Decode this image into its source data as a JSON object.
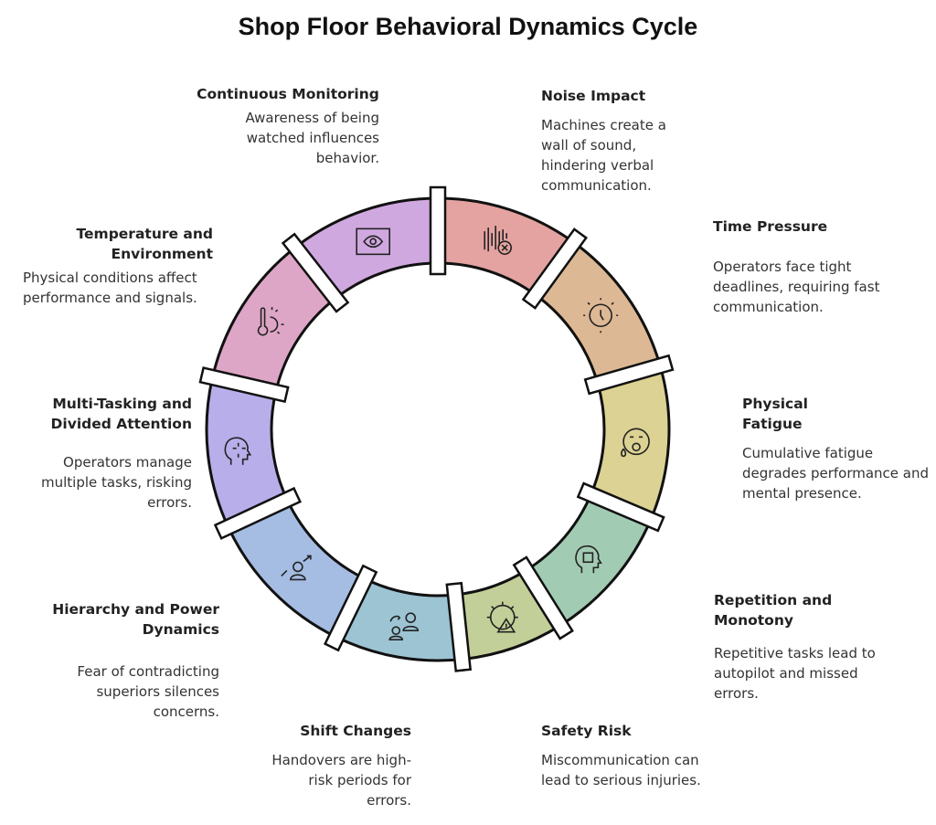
{
  "title": "Shop Floor Behavioral Dynamics Cycle",
  "segments": [
    {
      "title": "Noise Impact",
      "text": "Machines create a wall of sound, hindering verbal communication.",
      "color": "#e4a3a0",
      "icon": "sound-wave-muted-icon"
    },
    {
      "title": "Time Pressure",
      "text": "Operators face tight deadlines, requiring fast communication.",
      "color": "#ddb894",
      "icon": "clock-icon"
    },
    {
      "title": "Physical Fatigue",
      "text": "Cumulative fatigue degrades performance and mental presence.",
      "color": "#dcd293",
      "icon": "tired-face-icon"
    },
    {
      "title": "Repetition and Monotony",
      "text": "Repetitive tasks lead to autopilot and missed errors.",
      "color": "#a2cbb3",
      "icon": "head-dice-icon"
    },
    {
      "title": "Safety Risk",
      "text": "Miscommunication can lead to serious injuries.",
      "color": "#c3cf98",
      "icon": "gear-warning-icon"
    },
    {
      "title": "Shift Changes",
      "text": "Handovers are high-risk periods for errors.",
      "color": "#9dc4d3",
      "icon": "handover-people-icon"
    },
    {
      "title": "Hierarchy and Power Dynamics",
      "text": "Fear of contradicting superiors silences concerns.",
      "color": "#a5bce3",
      "icon": "person-rising-icon"
    },
    {
      "title": "Multi-Tasking and Divided Attention",
      "text": "Operators manage multiple tasks, risking errors.",
      "color": "#b7aeea",
      "icon": "head-arrows-icon"
    },
    {
      "title": "Temperature and Environment",
      "text": "Physical conditions affect performance and signals.",
      "color": "#dea6c6",
      "icon": "thermometer-sun-icon"
    },
    {
      "title": "Continuous Monitoring",
      "text": "Awareness of being watched influences behavior.",
      "color": "#d0a8e0",
      "icon": "eye-frame-icon"
    }
  ]
}
